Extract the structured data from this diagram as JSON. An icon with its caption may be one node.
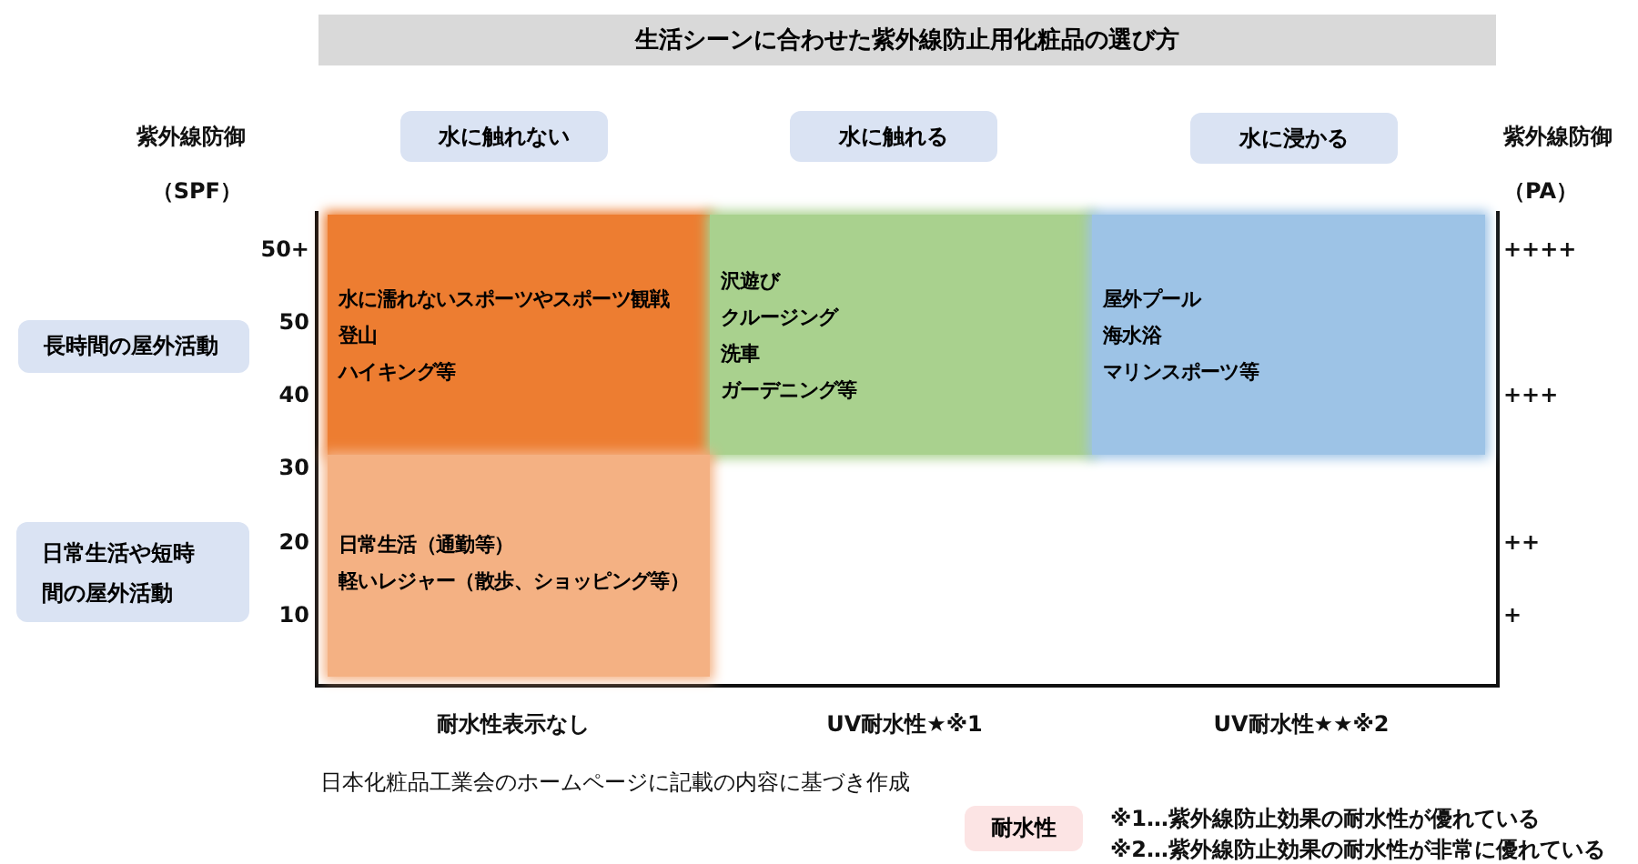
{
  "diagram": {
    "title": "生活シーンに合わせた紫外線防止用化粧品の選び方",
    "nodes": [
      {
        "text": [
          "水に触れない"
        ]
      },
      {
        "text": [
          "水に触れる"
        ]
      },
      {
        "text": [
          "水に浸かる"
        ]
      },
      {
        "text": [
          "長時間の屋外活動"
        ]
      },
      {
        "text": [
          "日常生活や短時間の屋外活動"
        ]
      },
      {
        "text": [
          "水に濡れないスポーツやスポーツ観戦",
          "登山",
          "ハイキング等"
        ]
      },
      {
        "text": [
          "沢遊び",
          "クルージング",
          "洗車",
          "ガーデニング等"
        ]
      },
      {
        "text": [
          "屋外プール",
          "海水浴",
          "マリンスポーツ等"
        ]
      },
      {
        "text": [
          "日常生活（通勤等）",
          "軽いレジャー（散歩、ショッピング等）"
        ]
      },
      {
        "text": [
          "耐水性"
        ],
        "beside": [
          "※1…紫外線防止効果の耐水性が優れている",
          "※2…紫外線防止効果の耐水性が非常に優れている"
        ]
      }
    ],
    "edges": [],
    "labels": [
      "紫外線防御",
      "（SPF）",
      "紫外線防御",
      "（PA）",
      "50+",
      "++++",
      "50",
      "40",
      "+++",
      "30",
      "20",
      "++",
      "10",
      "+",
      "耐水性表示なし",
      "UV耐水性★※1",
      "UV耐水性★★※2",
      "日本化粧品工業会のホームページに記載の内容に基づき作成"
    ]
  }
}
